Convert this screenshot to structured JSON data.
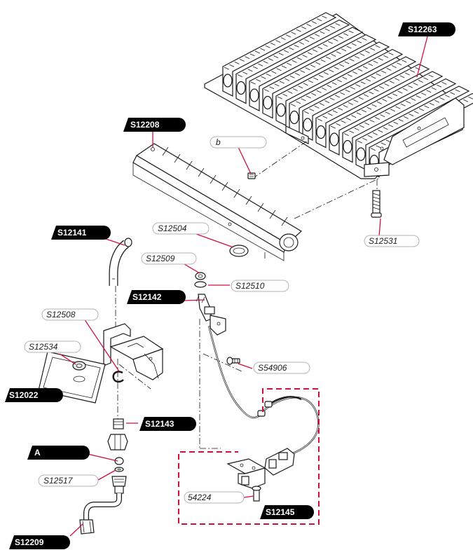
{
  "labels": {
    "S12263": "S12263",
    "S12208": "S12208",
    "b": "b",
    "S12504": "S12504",
    "S12531": "S12531",
    "S12141": "S12141",
    "S12509": "S12509",
    "S12510": "S12510",
    "S12142": "S12142",
    "S12508": "S12508",
    "S12534": "S12534",
    "S54906": "S54906",
    "S12022": "S12022",
    "S12143": "S12143",
    "A": "A",
    "S12517": "S12517",
    "54224": "54224",
    "S12145": "S12145",
    "S12209": "S12209"
  },
  "colors": {
    "leader": "#d0103a",
    "label_black": "#000000",
    "label_outline": "#b5b5b5",
    "line": "#1a1a1a"
  }
}
